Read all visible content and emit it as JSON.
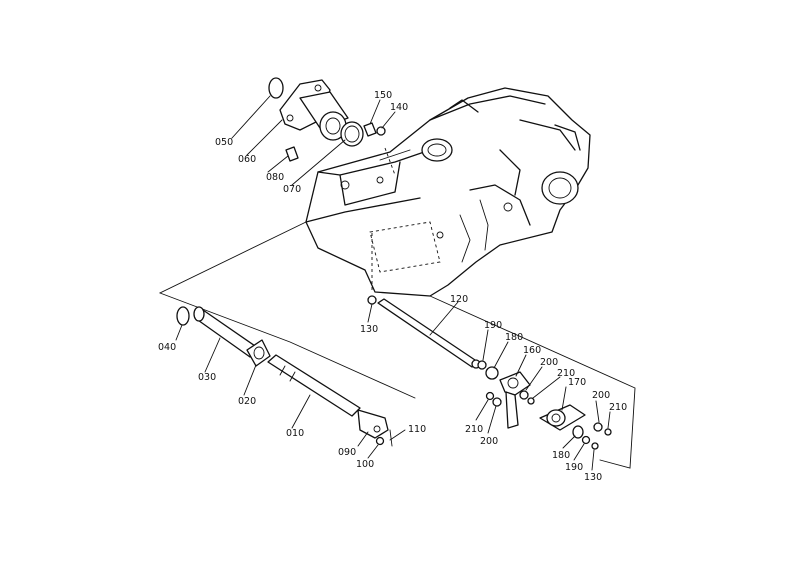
{
  "callouts": [
    {
      "id": "c050",
      "text": "050"
    },
    {
      "id": "c060",
      "text": "060"
    },
    {
      "id": "c080",
      "text": "080"
    },
    {
      "id": "c070",
      "text": "070"
    },
    {
      "id": "c150a",
      "text": "150"
    },
    {
      "id": "c140",
      "text": "140"
    },
    {
      "id": "c120",
      "text": "120"
    },
    {
      "id": "c130a",
      "text": "130"
    },
    {
      "id": "c040",
      "text": "040"
    },
    {
      "id": "c030",
      "text": "030"
    },
    {
      "id": "c020",
      "text": "020"
    },
    {
      "id": "c010",
      "text": "010"
    },
    {
      "id": "c090",
      "text": "090"
    },
    {
      "id": "c100",
      "text": "100"
    },
    {
      "id": "c110",
      "text": "110"
    },
    {
      "id": "c190a",
      "text": "190"
    },
    {
      "id": "c180a",
      "text": "180"
    },
    {
      "id": "c160",
      "text": "160"
    },
    {
      "id": "c200a",
      "text": "200"
    },
    {
      "id": "c210a",
      "text": "210"
    },
    {
      "id": "c170",
      "text": "170"
    },
    {
      "id": "c200b",
      "text": "200"
    },
    {
      "id": "c210b",
      "text": "210"
    },
    {
      "id": "c210c",
      "text": "210"
    },
    {
      "id": "c200c",
      "text": "200"
    },
    {
      "id": "c180b",
      "text": "180"
    },
    {
      "id": "c190b",
      "text": "190"
    },
    {
      "id": "c130b",
      "text": "130"
    }
  ]
}
